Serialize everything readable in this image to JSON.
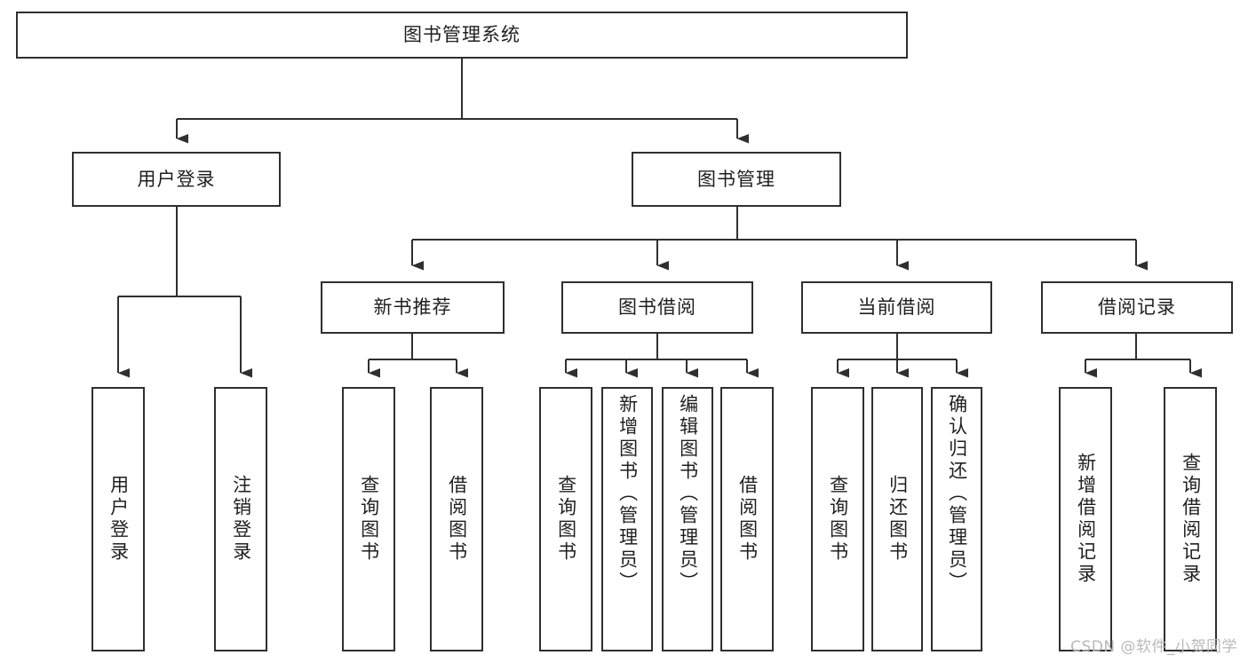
{
  "diagram": {
    "type": "tree",
    "title": "图书管理系统",
    "watermark": "CSDN @软件_小贺同学",
    "colors": {
      "border": "#2f2f2f",
      "background": "#ffffff",
      "text": "#1f1f1f",
      "watermark": "#b9b9b9"
    },
    "nodes": {
      "root": {
        "label": "图书管理系统"
      },
      "level2": [
        {
          "label": "用户登录"
        },
        {
          "label": "图书管理"
        }
      ],
      "level3": [
        {
          "label": "新书推荐"
        },
        {
          "label": "图书借阅"
        },
        {
          "label": "当前借阅"
        },
        {
          "label": "借阅记录"
        }
      ],
      "leaves": {
        "user_login": [
          {
            "label": "用户登录"
          },
          {
            "label": "注销登录"
          }
        ],
        "new_book": [
          {
            "label": "查询图书"
          },
          {
            "label": "借阅图书"
          }
        ],
        "book_borrow": [
          {
            "label": "查询图书"
          },
          {
            "label": "新增图书（管理员）"
          },
          {
            "label": "编辑图书（管理员）"
          },
          {
            "label": "借阅图书"
          }
        ],
        "current_borrow": [
          {
            "label": "查询图书"
          },
          {
            "label": "归还图书"
          },
          {
            "label": "确认归还（管理员）"
          }
        ],
        "borrow_record": [
          {
            "label": "新增借阅记录"
          },
          {
            "label": "查询借阅记录"
          }
        ]
      }
    }
  }
}
